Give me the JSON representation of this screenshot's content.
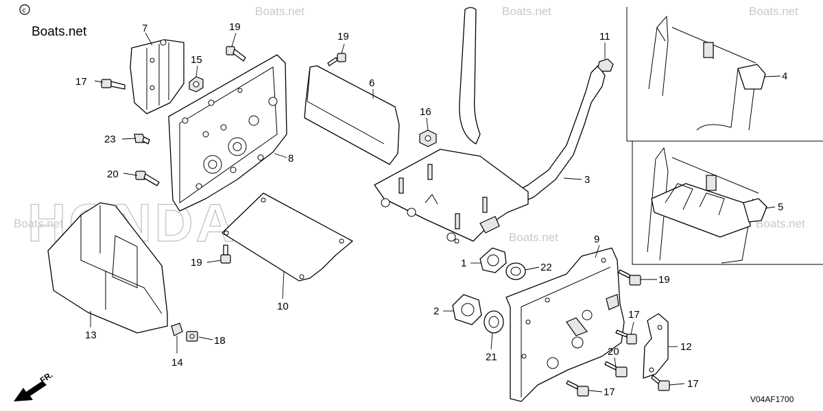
{
  "brand": {
    "text": "Boats.net"
  },
  "watermark_text": "Boats.net",
  "background_logo": "HONDA",
  "direction_label": "FR.",
  "diagram_code": "V04AF1700",
  "callouts": {
    "c1": "1",
    "c2": "2",
    "c3": "3",
    "c4": "4",
    "c5": "5",
    "c6": "6",
    "c7": "7",
    "c8": "8",
    "c9": "9",
    "c10": "10",
    "c11": "11",
    "c12": "12",
    "c13": "13",
    "c14": "14",
    "c15": "15",
    "c16": "16",
    "c17a": "17",
    "c17b": "17",
    "c17c": "17",
    "c17d": "17",
    "c18": "18",
    "c19a": "19",
    "c19b": "19",
    "c19c": "19",
    "c19d": "19",
    "c20a": "20",
    "c20b": "20",
    "c21": "21",
    "c22": "22",
    "c23": "23"
  }
}
